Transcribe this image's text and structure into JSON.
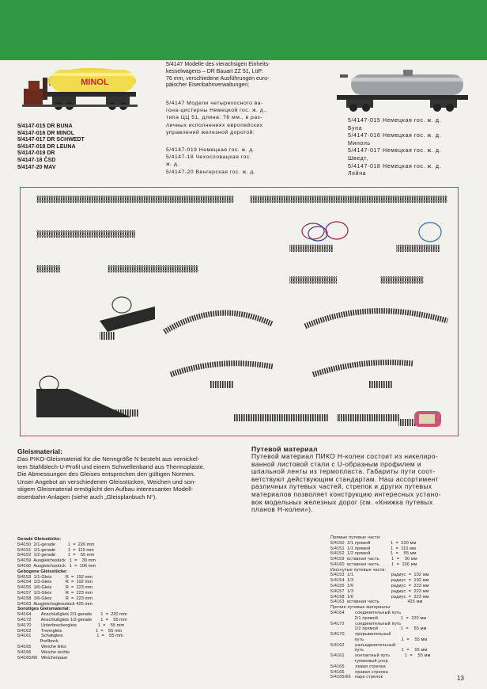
{
  "header": {
    "left_list": [
      "5/4147-015 DR BUNA",
      "5/4147-016 DR MINOL",
      "5/4147-017 DR SCHWEDT",
      "5/4147-018 DR LEUNA",
      "5/4147-019 DR",
      "5/4147-18 ČSD",
      "5/4147-20 MAV"
    ],
    "center_de": [
      "5/4147 Modelle des vierachsigen Einheits-",
      "kesselwagens – DR Bauart ZZ 51, LüP:",
      "76 mm, verschiedene Ausführungen euro-",
      "päischer Eisenbahnverwaltungen;"
    ],
    "center_ru": [
      "5/4147 Модели четырехосного ва-",
      "гона-цистерны Немецкой гос. ж. д.,",
      "типа ЦЦ 51, длина: 76 мм., в раз-",
      "личных исполнениях европейских",
      "управлений железной дорогой:"
    ],
    "center_list": [
      "5/4147-019 Немецкая гос. ж. д.",
      "5/4147-18  Чехословацкая гос.",
      "ж. д.",
      "5/4147-20  Венгерская гос. ж. д."
    ],
    "right_list": [
      "5/4147-015 Немецкая гос. ж. д.",
      "Буна",
      "5/4147-016 Немецкая гос. ж. д.",
      "Миноль",
      "5/4147-017 Немецкая гос. ж. д.",
      "Шведт,",
      "5/4147-018 Немецкая гос. ж. д.",
      "Лейна"
    ],
    "minol_logo": "MINOL"
  },
  "gleis": {
    "title": "Gleismaterial:",
    "text": [
      "Das PIKO-Gleismaterial für die Nenngröße N besteht aus vernickel-",
      "tem Stahlblech-U-Profil und einem Schwellenband aus Thermoplaste.",
      "Die Abmessungen des Gleises entsprechen den gültigen Normen.",
      "Unser Angebot an verschiedenen Gleisstücken, Weichen und son-",
      "stigem Gleismaterial ermöglicht den Aufbau interessanter Modell-",
      "eisenbahn-Anlagen (siehe auch „Gleisplanbuch N“)."
    ]
  },
  "putevoi": {
    "title": "Путевой материал",
    "text": [
      "Путевой материал ПИКО Н-колеи состоит из никелиро-",
      "ванной листовой стали с U-образным профилем и",
      "шпальной ленты из термопласта. Габариты пути соот-",
      "ветствуют действующим стандартам. Наш ассортимент",
      "различных путевых частей, стрелок и других путевых",
      "материалов позволяет конструкцию интересных устано-",
      "вок модельных железных дорог (см. «Книжка путевых",
      "планов Н-колеи»)."
    ]
  },
  "table_de": [
    "Gerade Gleisstücke:",
    "5/4150  2/1-gerade          1  =  220 mm",
    "5/4151  1/1-gerade          1  =  110 mm",
    "5/4152  1/2-gerade          1  =    55 mm",
    "5/4159  Ausgleichsstück   1  =    30 mm",
    "5/4160  Ausgleichsstück   1  =  106 mm",
    "Gebogene Gleisstücke:",
    "5/4153  1/1-Gleis           R  =  192 mm",
    "5/4154  1/3-Gleis           R  =  192 mm",
    "5/4155  1/6-Gleis           R  =  223 mm",
    "5/4157  1/3-Gleis           R  =  223 mm",
    "5/4158  1/6-Gleis           R  =  223 mm",
    "5/4163  Ausgleichsgleisstück 425 mm",
    "Sonstiges Gleismaterial:",
    "5/4164        Anschlußgleis 2/1-gerade       1  =  220 mm",
    "5/4172        Anschlußgleis 1/2-gerade       1  =    55 mm",
    "5/4170        Unterbrechergleis                 1  =    55 mm",
    "5/4162        Trenngleis                           1  =    55 mm",
    "5/4161        Schaltgleis                           1  =    55 mm",
    "                  Prellbock",
    "5/4165        Weiche links",
    "5/4166        Weiche rechts",
    "5/4165/66   Weichenpaar"
  ],
  "table_ru": [
    "Прямые путевые части:",
    "5/4150  2/1 прямой               1  =  220 мм",
    "5/4151  1/1 прямой               1  =  110 мм",
    "5/4152  1/2 прямой               1  =    55 мм",
    "5/4159  вставная часть         1  =    30 мм",
    "5/4160  вставная часть         1  =  106 мм",
    "Изогнутые путевые части:",
    "5/4153  1/1                            радиус  =  192 мм",
    "5/4154  1/3                            радиус  =  192 мм",
    "5/4155  1/6                            радиус  =  223 мм",
    "5/4157  1/3                            радиус  =  223 мм",
    "5/4158  1/6                            радиус  =  223 мм",
    "5/4163  вставная часть                     425 мм",
    "Прочие путевые материалы:",
    "5/4164        соединительный путь",
    "                  2/1 прямой                 1  =  220 мм",
    "5/4172        соединительный путь",
    "                  1/2 прямой                 1  =    55 мм",
    "5/4170        прерывательный",
    "                  путь                            1  =    55 мм",
    "5/4162        разъединительный",
    "                  путь                            1  =    55 мм",
    "5/4161        контактный путь           1  =    55 мм",
    "                  тупиковый упор",
    "5/4165        левая стрелка",
    "5/4166        правая стрелка",
    "5/4165/66   пара стрелок"
  ],
  "page_number": "13",
  "colors": {
    "green": "#2f9a43",
    "frame": "#d9336a"
  }
}
